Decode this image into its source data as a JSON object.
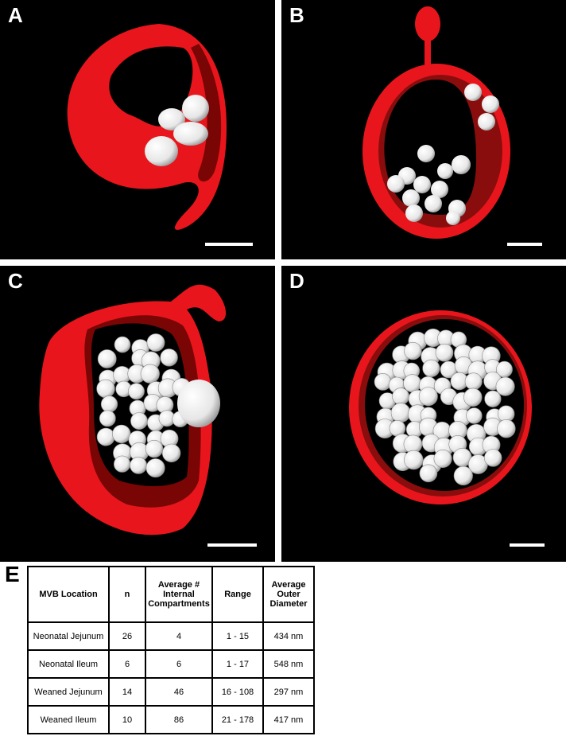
{
  "panels": [
    {
      "label": "A"
    },
    {
      "label": "B"
    },
    {
      "label": "C"
    },
    {
      "label": "D"
    }
  ],
  "table": {
    "label": "E",
    "headers": [
      "MVB Location",
      "n",
      "Average # Internal Compartments",
      "Range",
      "Average Outer Diameter"
    ],
    "rows": [
      [
        "Neonatal Jejunum",
        "26",
        "4",
        "1 - 15",
        "434 nm"
      ],
      [
        "Neonatal Ileum",
        "6",
        "6",
        "1 - 17",
        "548 nm"
      ],
      [
        "Weaned Jejunum",
        "14",
        "46",
        "16 - 108",
        "297 nm"
      ],
      [
        "Weaned Ileum",
        "10",
        "86",
        "21 - 178",
        "417 nm"
      ]
    ]
  },
  "colors": {
    "membrane": "#e8161c",
    "membrane_dark": "#6b0000",
    "vesicle": "#f2f2f2",
    "background": "#000000"
  }
}
